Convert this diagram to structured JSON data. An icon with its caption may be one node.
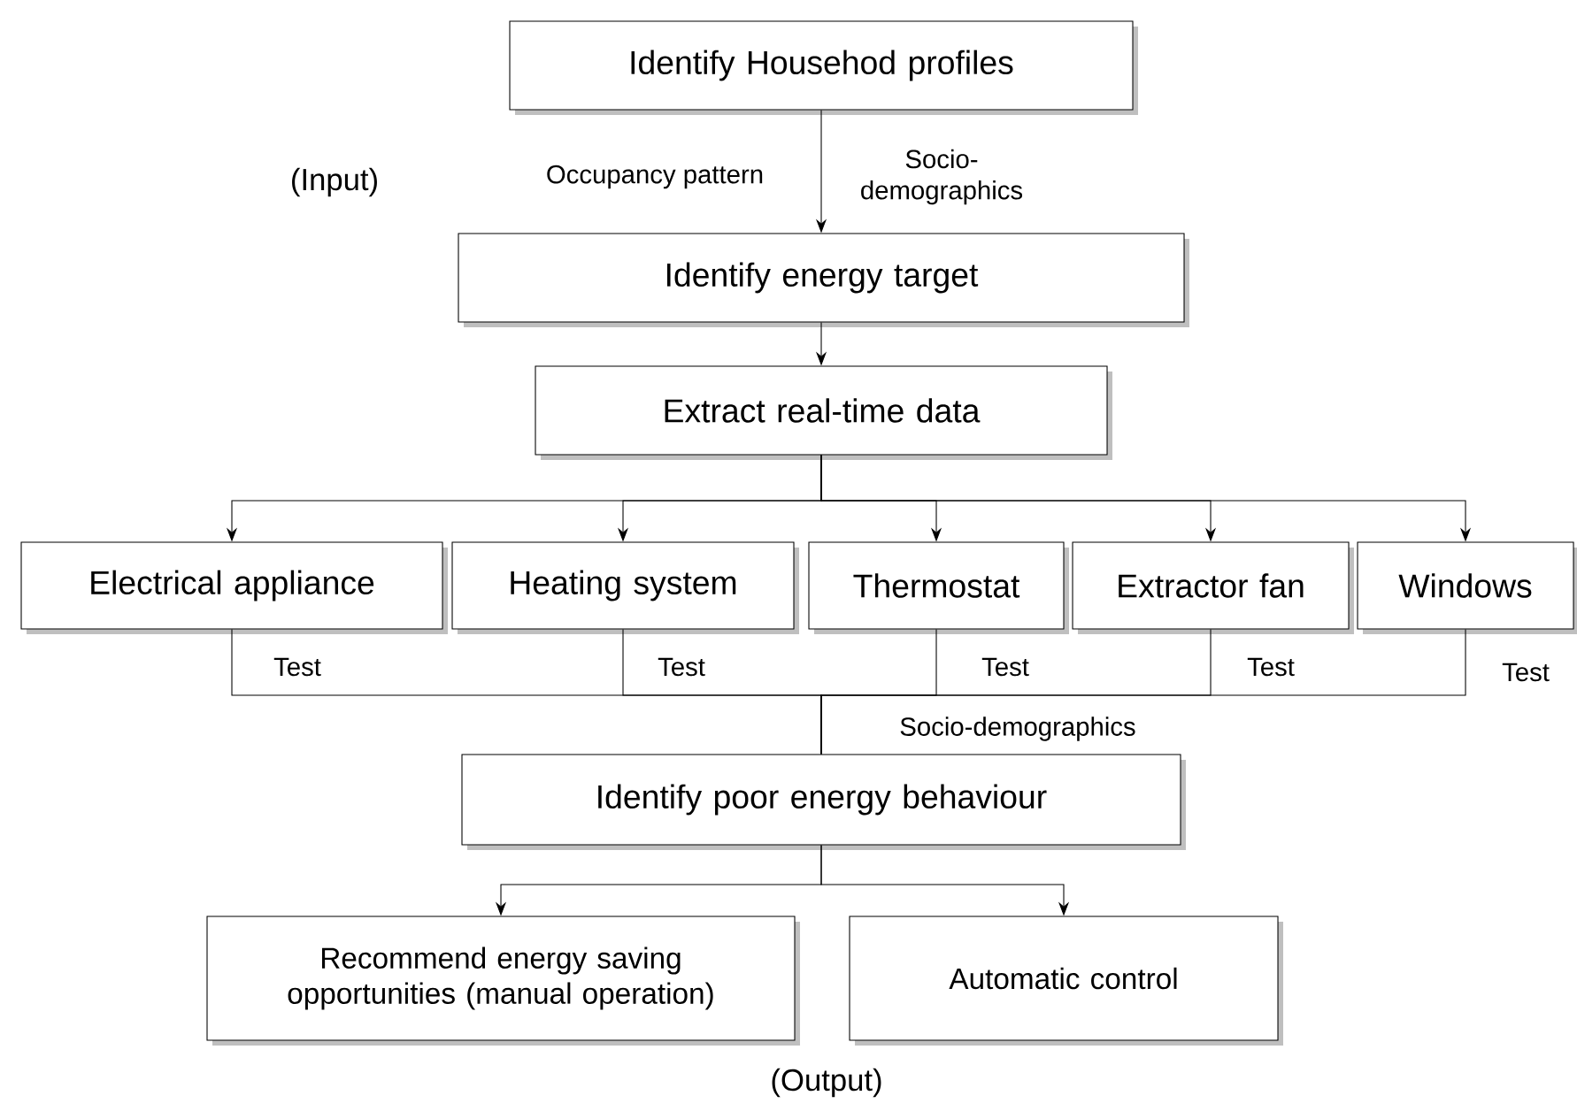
{
  "diagram": {
    "nodes": [
      {
        "text": [
          "Identify Househod profiles"
        ]
      },
      {
        "text": [
          "Identify energy target"
        ]
      },
      {
        "text": [
          "Extract real-time data"
        ]
      },
      {
        "text": [
          "Electrical appliance"
        ]
      },
      {
        "text": [
          "Heating system"
        ]
      },
      {
        "text": [
          "Thermostat"
        ]
      },
      {
        "text": [
          "Extractor fan"
        ]
      },
      {
        "text": [
          "Windows"
        ]
      },
      {
        "text": [
          "Identify poor energy behaviour"
        ]
      },
      {
        "text": [
          "Recommend energy saving opportunities (manual operation)"
        ]
      },
      {
        "text": [
          "Automatic control"
        ]
      }
    ],
    "edges": [
      {
        "from": 0,
        "to": 1,
        "arrow": "to"
      },
      {
        "from": 1,
        "to": 2,
        "arrow": "to"
      },
      {
        "from": 2,
        "to": 3,
        "arrow": "to"
      },
      {
        "from": 2,
        "to": 4,
        "arrow": "to"
      },
      {
        "from": 2,
        "to": 5,
        "arrow": "to"
      },
      {
        "from": 2,
        "to": 6,
        "arrow": "to"
      },
      {
        "from": 2,
        "to": 7,
        "arrow": "to"
      },
      {
        "from": 3,
        "to": 8,
        "arrow": "none",
        "label": "Test"
      },
      {
        "from": 4,
        "to": 8,
        "arrow": "none",
        "label": "Test"
      },
      {
        "from": 5,
        "to": 8,
        "arrow": "none",
        "label": "Test"
      },
      {
        "from": 6,
        "to": 8,
        "arrow": "none",
        "label": "Test"
      },
      {
        "from": 7,
        "to": 8,
        "arrow": "none",
        "label": "Test"
      },
      {
        "from": 8,
        "to": 9,
        "arrow": "to"
      },
      {
        "from": 8,
        "to": 10,
        "arrow": "to"
      }
    ],
    "labels": [
      "(Input)",
      "Occupancy pattern",
      "Socio-demographics",
      "Socio-demographics",
      "(Output)"
    ]
  }
}
